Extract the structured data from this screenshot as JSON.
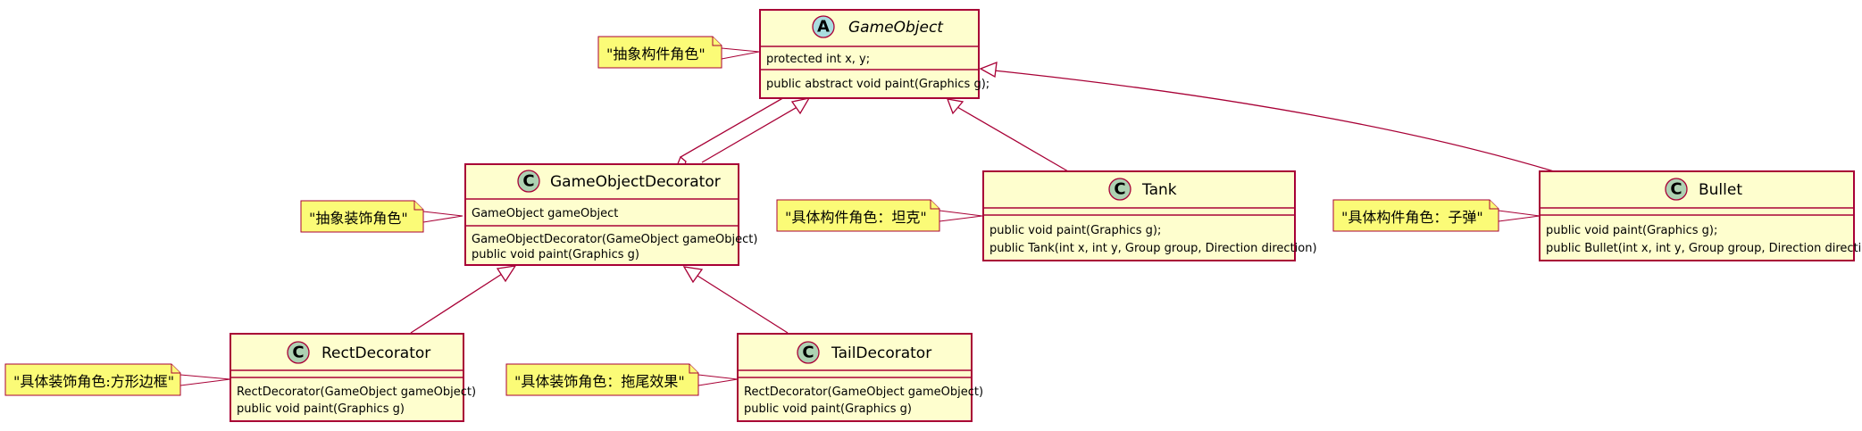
{
  "classes": {
    "gameobject": {
      "stereotype_letter": "A",
      "name": "GameObject",
      "fields": [
        "protected int x, y;"
      ],
      "methods": [
        "public abstract void paint(Graphics g);"
      ]
    },
    "decorator": {
      "stereotype_letter": "C",
      "name": "GameObjectDecorator",
      "fields": [
        "GameObject gameObject"
      ],
      "methods": [
        "GameObjectDecorator(GameObject gameObject)",
        "public void paint(Graphics g)"
      ]
    },
    "tank": {
      "stereotype_letter": "C",
      "name": "Tank",
      "fields": [],
      "methods": [
        "public void paint(Graphics g);",
        "public Tank(int x, int y, Group group, Direction direction)"
      ]
    },
    "bullet": {
      "stereotype_letter": "C",
      "name": "Bullet",
      "fields": [],
      "methods": [
        "public void paint(Graphics g);",
        "public Bullet(int x, int y, Group group, Direction direction)"
      ]
    },
    "rect": {
      "stereotype_letter": "C",
      "name": "RectDecorator",
      "fields": [],
      "methods": [
        "RectDecorator(GameObject gameObject)",
        "public void paint(Graphics g)"
      ]
    },
    "tail": {
      "stereotype_letter": "C",
      "name": "TailDecorator",
      "fields": [],
      "methods": [
        "RectDecorator(GameObject gameObject)",
        "public void paint(Graphics g)"
      ]
    }
  },
  "notes": {
    "gameobject": "\"抽象构件角色\"",
    "decorator": "\"抽象装饰角色\"",
    "tank": "\"具体构件角色：坦克\"",
    "bullet": "\"具体构件角色：子弹\"",
    "rect": "\"具体装饰角色:方形边框\"",
    "tail": "\"具体装饰角色：拖尾效果\""
  },
  "colors": {
    "class_fill": "#FEFECE",
    "border": "#A80036",
    "note_fill": "#FBFB77",
    "class_circle": "#ADD1B2",
    "abstract_circle": "#A9DCDF"
  }
}
